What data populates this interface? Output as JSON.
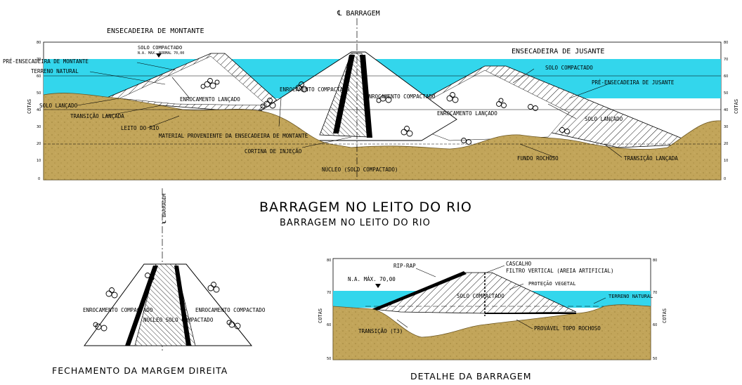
{
  "colors": {
    "water": "#33d6ec",
    "soil": "#c2a55a",
    "hatch": "#000000",
    "background": "#ffffff"
  },
  "top_section": {
    "centerline_label": "℄ BARRAGEM",
    "title_upstream_cofferdam": "ENSECADEIRA DE MONTANTE",
    "title_downstream_cofferdam": "ENSECADEIRA DE JUSANTE",
    "labels": {
      "solo_compactado_top": "SOLO COMPACTADO",
      "na_max": "N.A. MAX. NORMAL 70,00",
      "pre_ensecadeira_montante": "PRÉ-ENSECADEIRA DE MONTANTE",
      "terreno_natural": "TERRENO NATURAL",
      "solo_lancado_left": "SOLO LANÇADO",
      "transicao_lancada_left": "TRANSIÇÃO LANÇADA",
      "leito_do_rio": "LEITO DO RIO",
      "enrocamento_lancado_left": "ENROCAMENTO LANÇADO",
      "enrocamento_compactado_a": "ENROCAMENTO COMPACTADO",
      "enrocamento_compactado_b": "ENROCAMENTO COMPACTADO",
      "material_proveniente": "MATERIAL PROVENIENTE DA ENSECADEIRA DE MONTANTE",
      "cortina_injecao": "CORTINA DE INJEÇÃO",
      "nucleo": "NÚCLEO (SOLO COMPACTADO)",
      "enrocamento_lancado_right": "ENROCAMENTO LANÇADO",
      "solo_compactado_right": "SOLO COMPACTADO",
      "pre_ensecadeira_jusante": "PRÉ-ENSECADEIRA DE JUSANTE",
      "solo_lancado_right": "SOLO LANÇADO",
      "fundo_rochoso": "FUNDO ROCHOSO",
      "transicao_lancada_right": "TRANSIÇÃO LANÇADA"
    },
    "axis_label": "COTAS",
    "ticks": [
      "80",
      "70",
      "60",
      "50",
      "40",
      "30",
      "20",
      "10",
      "0"
    ]
  },
  "main_title": "BARRAGEM NO LEITO DO RIO",
  "subtitle": "BARRAGEM NO LEITO DO RIO",
  "bottom_left": {
    "centerline_label": "℄ BARRAGEM",
    "label_left": "ENROCAMENTO COMPACTADO",
    "label_core": "NÚCLEO SOLO COMPACTADO",
    "label_right": "ENROCAMENTO COMPACTADO",
    "title": "FECHAMENTO DA MARGEM DIREITA"
  },
  "bottom_right": {
    "rip_rap": "RIP-RAP",
    "cascalho": "CASCALHO",
    "na_max": "N.A. MÁX. 70,00",
    "filtro_vertical": "FILTRO VERTICAL (AREIA ARTIFICIAL)",
    "protecao_vegetal": "PROTEÇÃO VEGETAL",
    "solo_compactado": "SOLO COMPACTADO",
    "terreno_natural": "TERRENO NATURAL",
    "transicao": "TRANSIÇÃO (T3)",
    "provavel_topo": "PROVÁVEL TOPO ROCHOSO",
    "axis_label": "COTAS",
    "ticks": [
      "80",
      "70",
      "60",
      "50"
    ],
    "title": "DETALHE DA BARRAGEM"
  }
}
